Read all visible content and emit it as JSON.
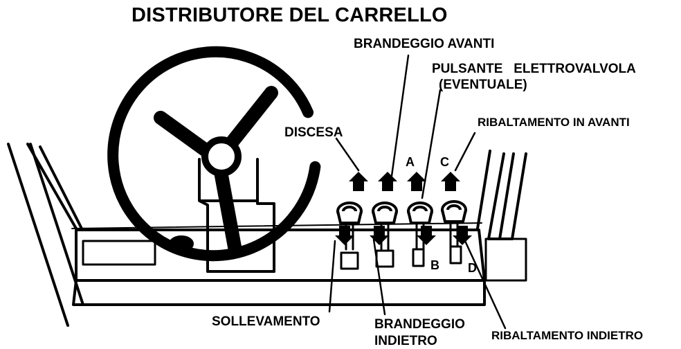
{
  "title": "DISTRIBUTORE DEL CARRELLO",
  "labels": {
    "brandeggio_avanti": "BRANDEGGIO AVANTI",
    "pulsante_line1": "PULSANTE   ELETTROVALVOLA",
    "pulsante_line2": "(EVENTUALE)",
    "ribaltamento_avanti": "RIBALTAMENTO IN AVANTI",
    "discesa": "DISCESA",
    "sollevamento": "SOLLEVAMENTO",
    "brandeggio_indietro_line1": "BRANDEGGIO",
    "brandeggio_indietro_line2": "INDIETRO",
    "ribaltamento_indietro": "RIBALTAMENTO INDIETRO"
  },
  "letters": {
    "a": "A",
    "b": "B",
    "c": "C",
    "d": "D"
  }
}
